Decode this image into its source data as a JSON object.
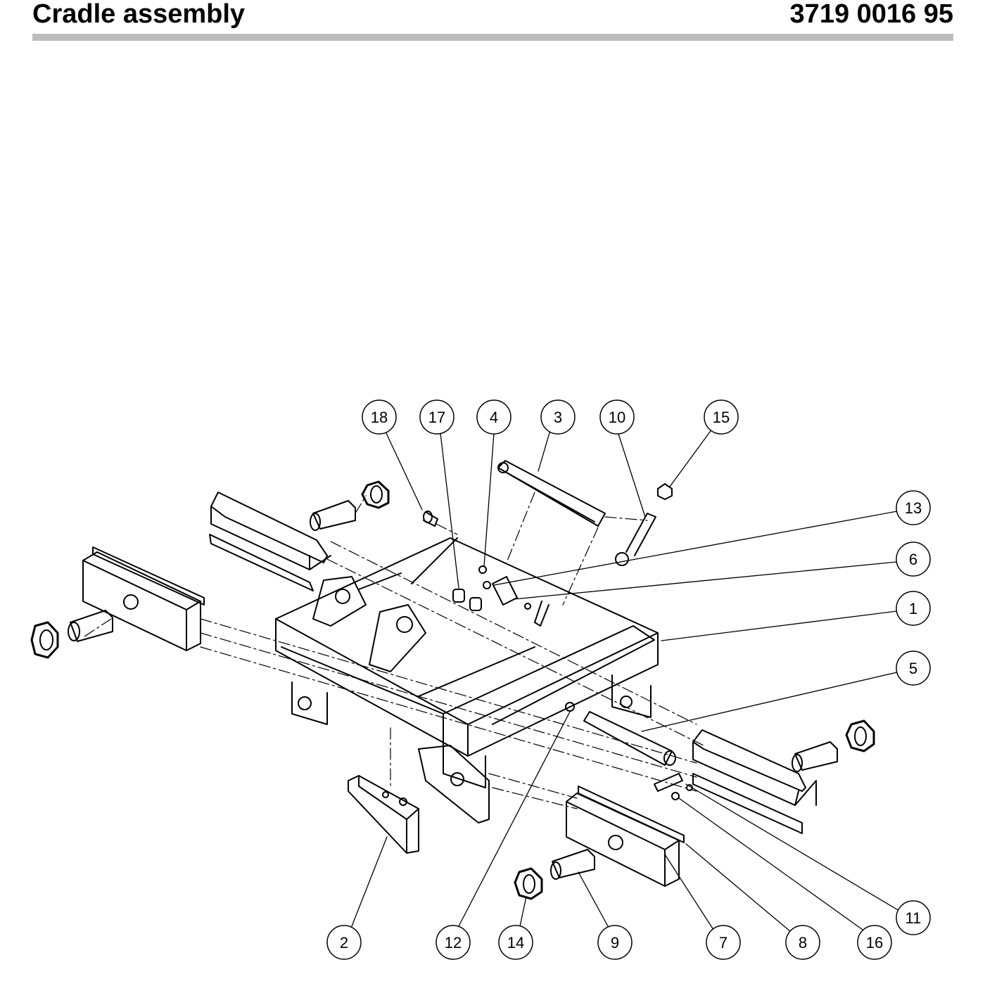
{
  "header": {
    "title": "Cradle assembly",
    "part_number": "3719 0016 95"
  },
  "callouts": [
    "18",
    "17",
    "4",
    "3",
    "10",
    "15",
    "13",
    "6",
    "1",
    "5",
    "2",
    "12",
    "14",
    "9",
    "7",
    "8",
    "16",
    "11"
  ]
}
